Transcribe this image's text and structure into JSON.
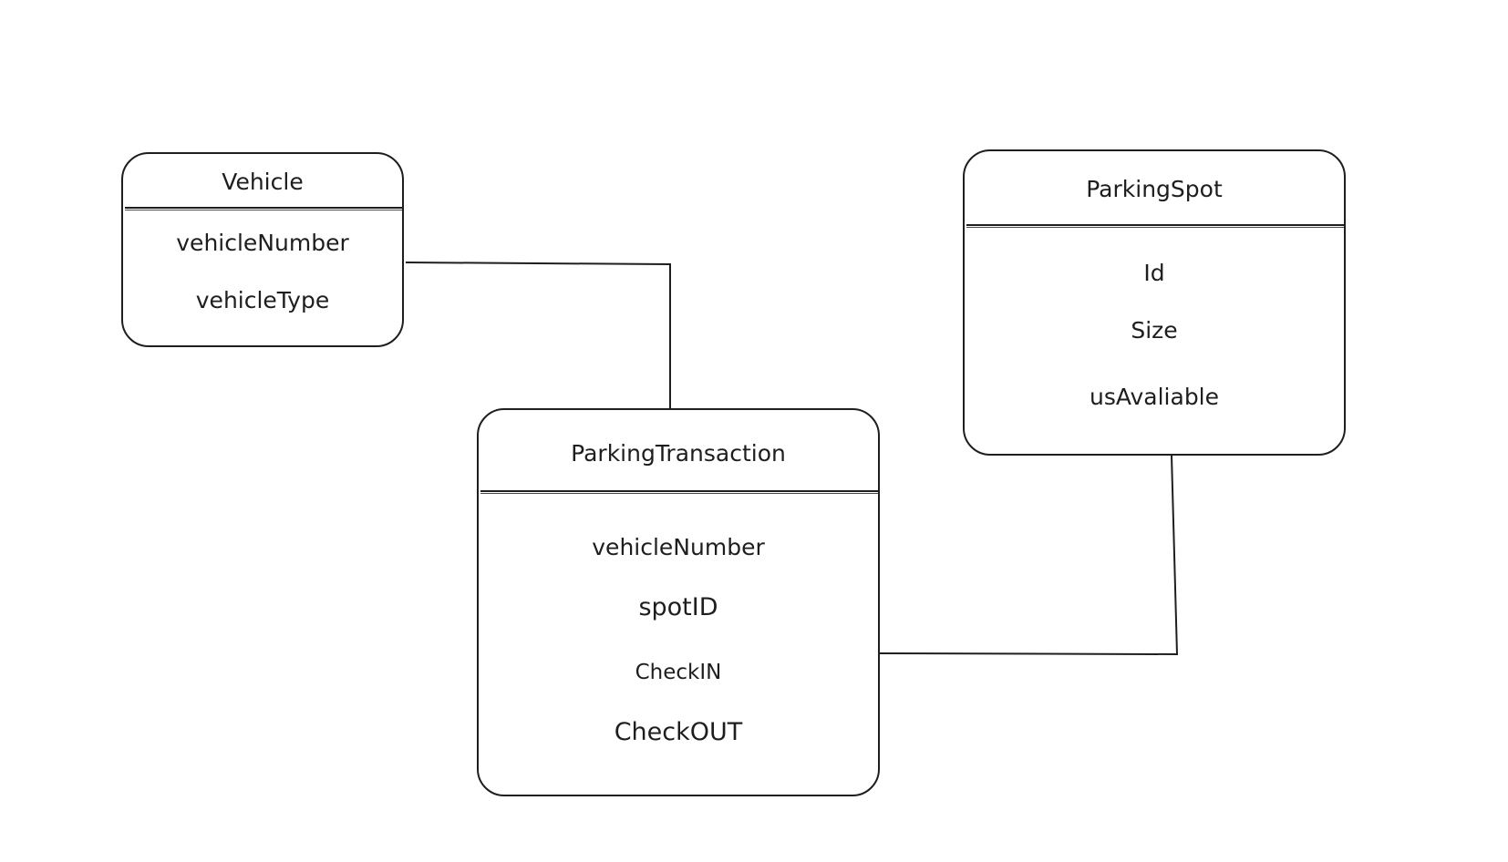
{
  "diagram": {
    "entities": {
      "vehicle": {
        "title": "Vehicle",
        "fields": [
          "vehicleNumber",
          "vehicleType"
        ]
      },
      "parking_spot": {
        "title": "ParkingSpot",
        "fields": [
          "Id",
          "Size",
          "usAvaliable"
        ]
      },
      "parking_transaction": {
        "title": "ParkingTransaction",
        "fields": [
          "vehicleNumber",
          "spotID",
          "CheckIN",
          "CheckOUT"
        ]
      }
    },
    "connections": [
      {
        "from": "Vehicle",
        "to": "ParkingTransaction"
      },
      {
        "from": "ParkingSpot",
        "to": "ParkingTransaction"
      }
    ],
    "colors": {
      "stroke": "#1e1e1e",
      "background": "#ffffff"
    }
  }
}
